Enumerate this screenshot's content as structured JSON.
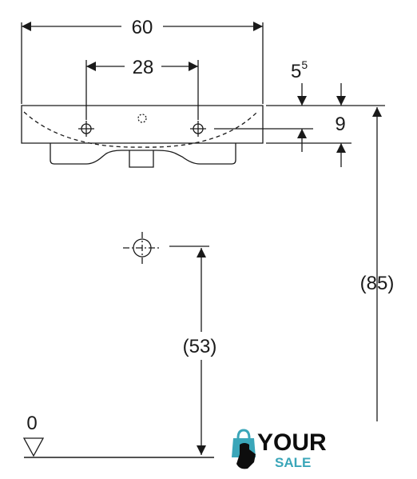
{
  "diagram": {
    "dimensions": {
      "overall_width": "60",
      "tap_hole_spacing": "28",
      "rim_offset_base": "5",
      "rim_offset_exponent": "5",
      "rim_height": "9",
      "rim_height_from_floor": "(85)",
      "outlet_height_from_floor": "(53)",
      "floor_level": "0"
    },
    "logo": {
      "word_top": "YOUR",
      "word_bottom": "SALE",
      "color_primary": "#0d0d0d",
      "color_accent": "#3aa6b9"
    }
  }
}
